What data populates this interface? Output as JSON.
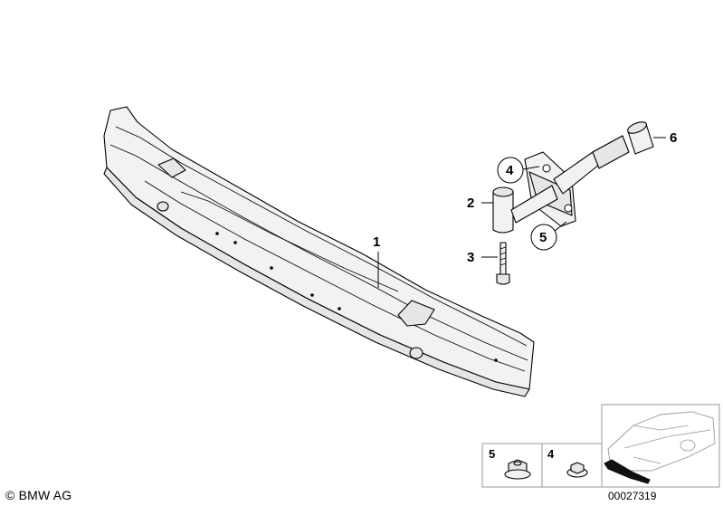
{
  "callouts": {
    "c1": "1",
    "c2": "2",
    "c3": "3",
    "c4": "4",
    "c5": "5",
    "c6": "6"
  },
  "legend": {
    "item5": "5",
    "item4": "4"
  },
  "footer": {
    "copyright": "© BMW AG",
    "doc_number": "00027319"
  }
}
